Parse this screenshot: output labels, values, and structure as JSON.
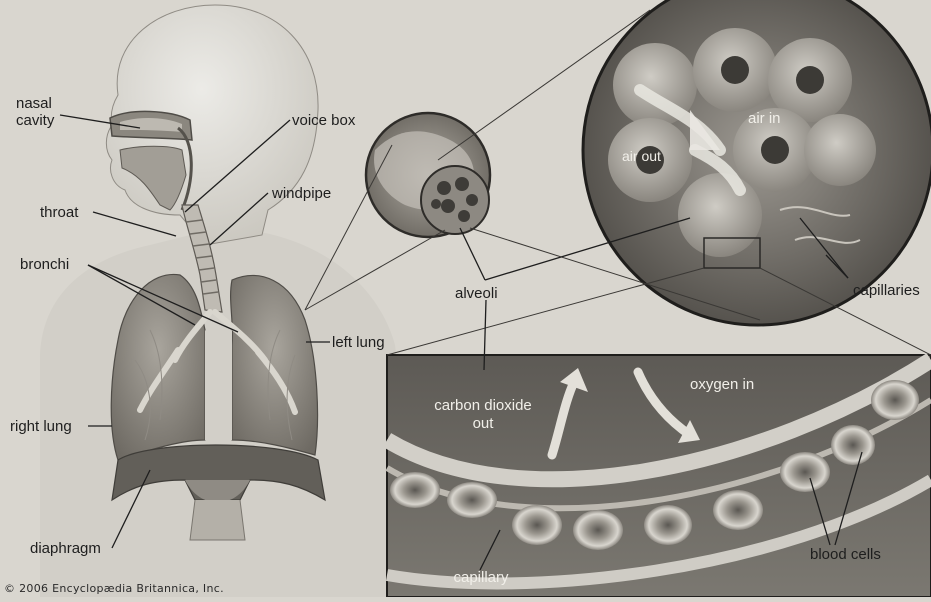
{
  "labels": {
    "nasal_cavity": "nasal\ncavity",
    "voice_box": "voice box",
    "windpipe": "windpipe",
    "throat": "throat",
    "bronchi": "bronchi",
    "left_lung": "left lung",
    "right_lung": "right lung",
    "diaphragm": "diaphragm",
    "alveoli": "alveoli",
    "air_in": "air in",
    "air_out": "air out",
    "capillaries": "capillaries",
    "carbon_dioxide_out": "carbon dioxide\nout",
    "oxygen_in": "oxygen in",
    "capillary": "capillary",
    "blood_cells": "blood cells"
  },
  "credit": "© 2006 Encyclopædia Britannica, Inc."
}
